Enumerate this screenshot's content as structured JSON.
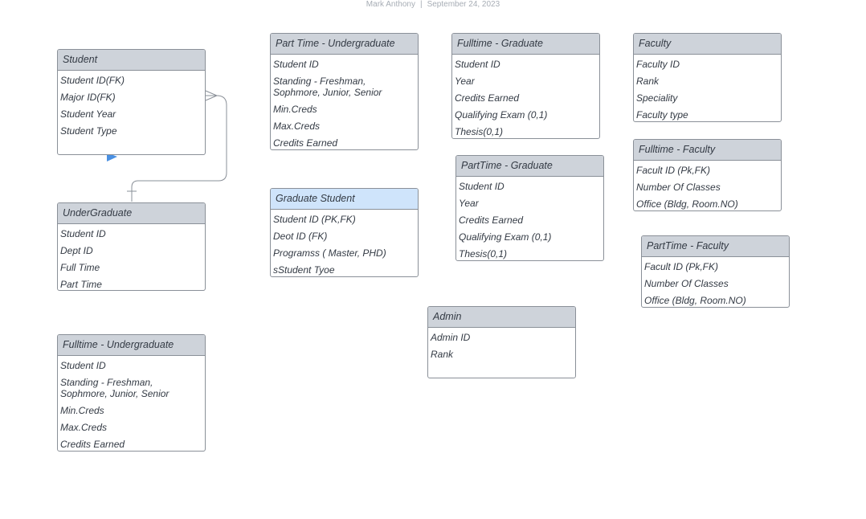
{
  "header": {
    "author": "Mark Anthony",
    "date": "September 24, 2023"
  },
  "entities": {
    "student": {
      "title": "Student",
      "fields": [
        "Student ID(FK)",
        "Major ID(FK)",
        "Student Year",
        "Student Type"
      ]
    },
    "undergraduate": {
      "title": "UnderGraduate",
      "fields": [
        "Student ID",
        "Dept ID",
        "Full Time",
        "Part Time"
      ]
    },
    "fulltime_undergraduate": {
      "title": "Fulltime - Undergraduate",
      "fields": [
        "Student ID",
        "Standing - Freshman, Sophmore, Junior, Senior",
        "Min.Creds",
        "Max.Creds",
        "Credits Earned"
      ]
    },
    "parttime_undergraduate": {
      "title": "Part Time - Undergraduate",
      "fields": [
        "Student ID",
        "Standing - Freshman, Sophmore, Junior, Senior",
        "Min.Creds",
        "Max.Creds",
        "Credits Earned"
      ]
    },
    "graduate_student": {
      "title": "Graduate Student",
      "fields": [
        "Student ID (PK,FK)",
        "Deot ID (FK)",
        "Programss ( Master, PHD)",
        "sStudent Tyoe"
      ]
    },
    "fulltime_graduate": {
      "title": "Fulltime - Graduate",
      "fields": [
        "Student ID",
        "Year",
        "Credits Earned",
        "Qualifying Exam (0,1)",
        "Thesis(0,1)"
      ]
    },
    "parttime_graduate": {
      "title": "PartTime - Graduate",
      "fields": [
        "Student ID",
        "Year",
        "Credits Earned",
        "Qualifying Exam (0,1)",
        "Thesis(0,1)"
      ]
    },
    "admin": {
      "title": "Admin",
      "fields": [
        "Admin ID",
        "Rank"
      ]
    },
    "faculty": {
      "title": "Faculty",
      "fields": [
        "Faculty ID",
        "Rank",
        "Speciality",
        "Faculty type"
      ]
    },
    "fulltime_faculty": {
      "title": "Fulltime - Faculty",
      "fields": [
        "Facult ID (Pk,FK)",
        "Number Of Classes",
        "Office (Bldg, Room.NO)"
      ]
    },
    "parttime_faculty": {
      "title": "PartTime - Faculty",
      "fields": [
        "Facult ID (Pk,FK)",
        "Number Of Classes",
        "Office (Bldg, Room.NO)"
      ]
    }
  },
  "colors": {
    "header_fill": "#ced3da",
    "selected_header_fill": "#cfe4fb",
    "border": "#8a9098",
    "accent": "#4a90e2"
  }
}
